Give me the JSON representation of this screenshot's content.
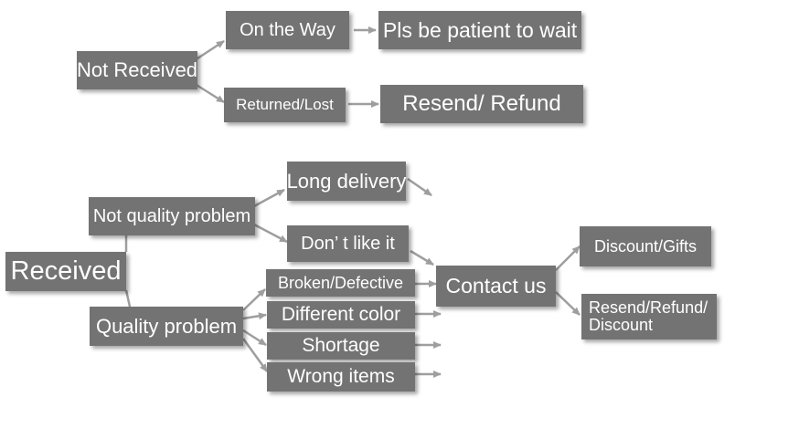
{
  "not_received": {
    "root": "Not Received",
    "on_the_way": "On the Way",
    "wait": "Pls be patient to wait",
    "returned_lost": "Returned/Lost",
    "resend_refund": "Resend/ Refund"
  },
  "received": {
    "root": "Received",
    "not_quality": "Not quality problem",
    "long_delivery": "Long delivery",
    "dont_like": "Don’ t like it",
    "quality": "Quality problem",
    "broken": "Broken/Defective",
    "different_color": "Different color",
    "shortage": "Shortage",
    "wrong_items": "Wrong items",
    "contact": "Contact us",
    "discount_gifts": "Discount/Gifts",
    "resend_refund_discount_l1": "Resend/Refund/",
    "resend_refund_discount_l2": "Discount"
  },
  "colors": {
    "box": "#737373",
    "arrow": "#9e9e9e",
    "text": "#ffffff"
  }
}
